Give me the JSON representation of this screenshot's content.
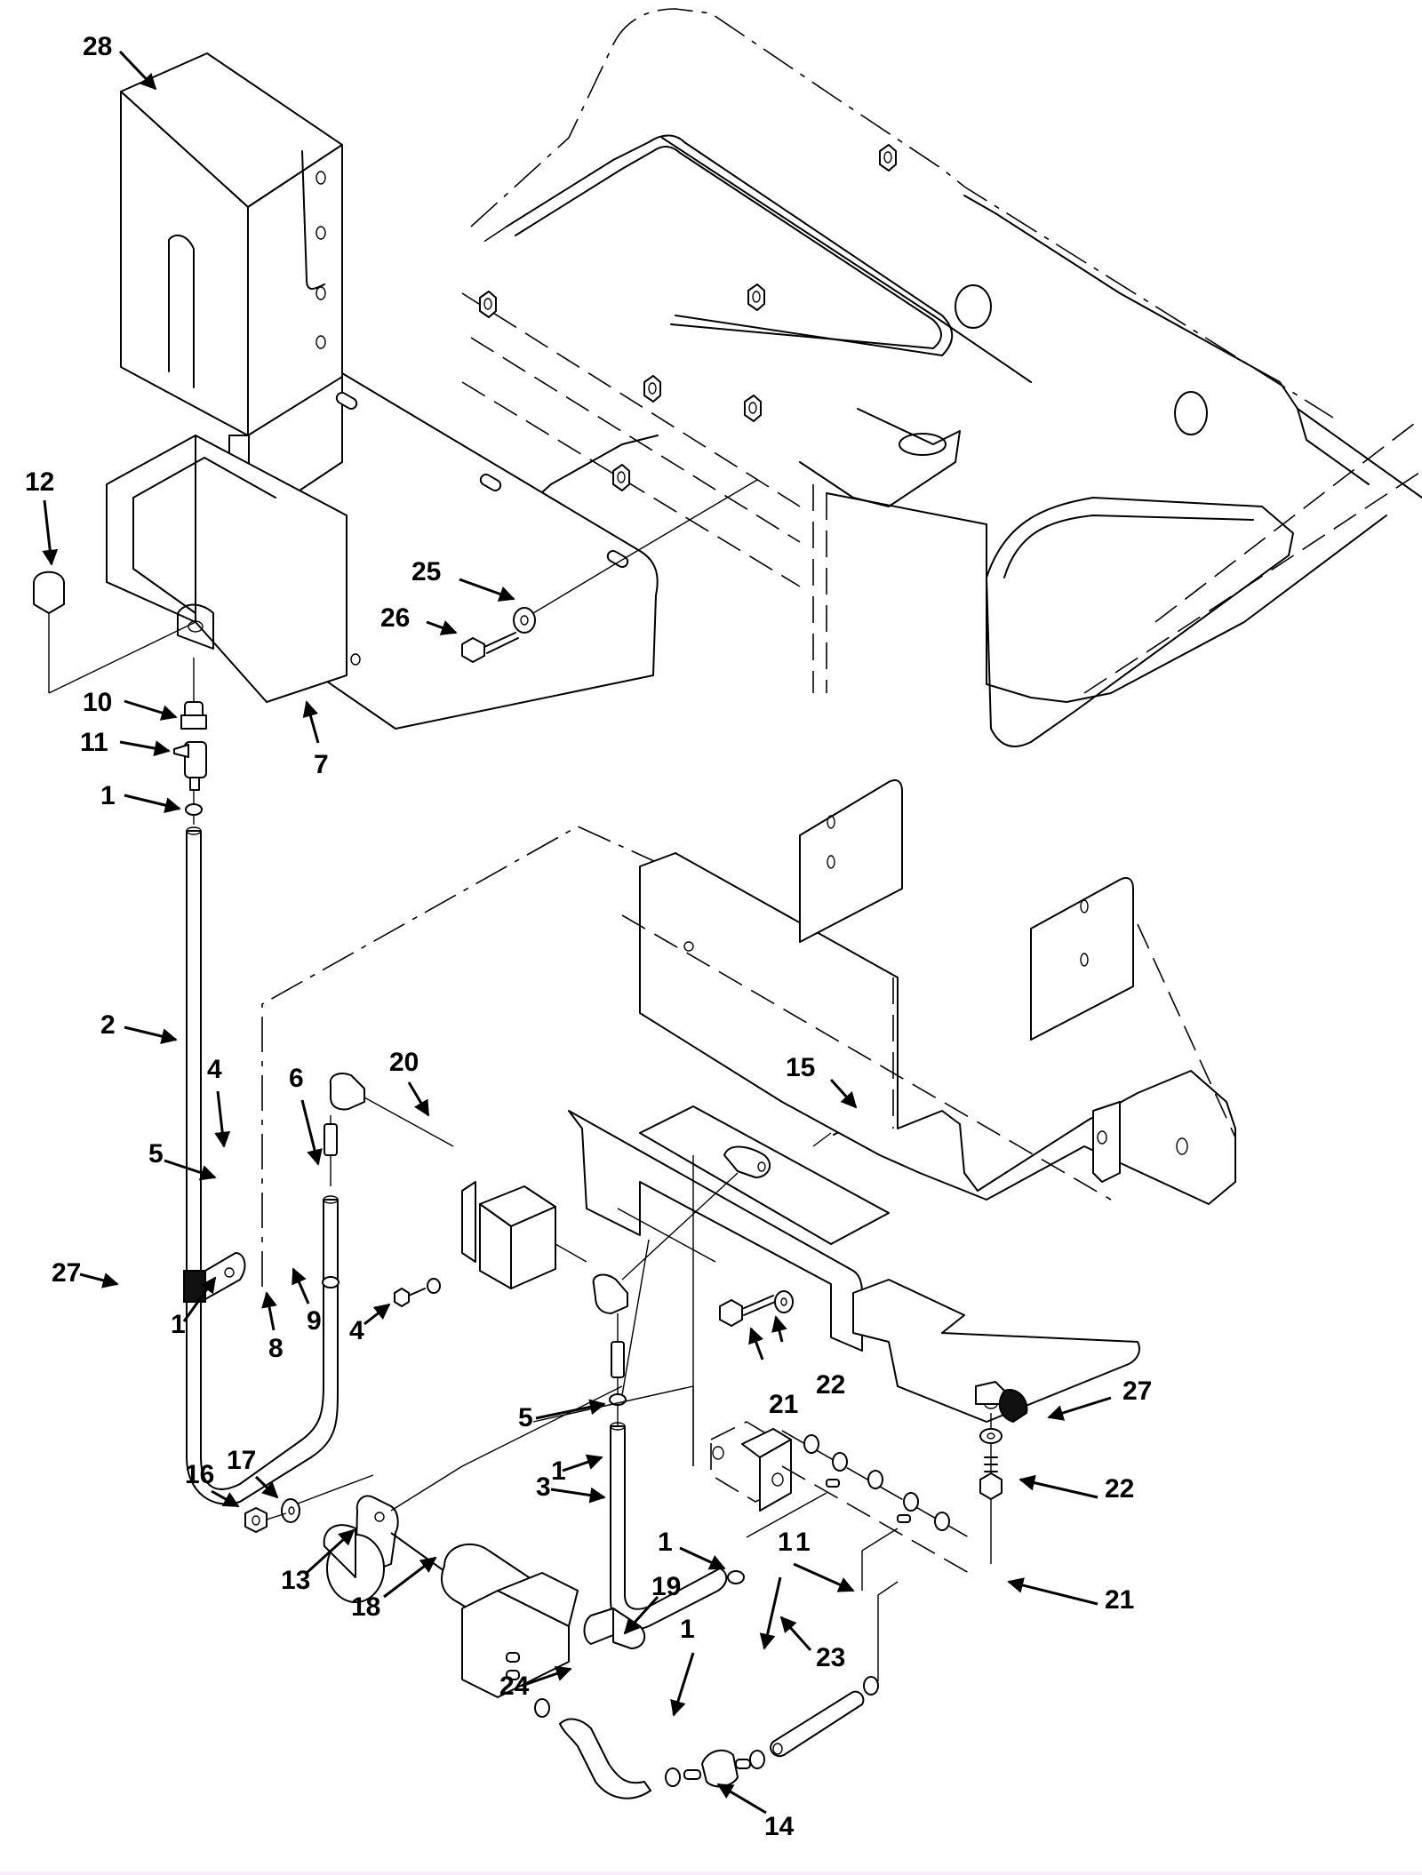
{
  "diagram": {
    "type": "exploded-parts-illustration",
    "background_color": "#ffffff",
    "line_color": "#000000",
    "callouts": [
      {
        "id": "c28",
        "label": "28",
        "part": "enclosure box"
      },
      {
        "id": "c12",
        "label": "12",
        "part": "cap"
      },
      {
        "id": "c25",
        "label": "25",
        "part": "washer"
      },
      {
        "id": "c26",
        "label": "26",
        "part": "screw"
      },
      {
        "id": "c10",
        "label": "10",
        "part": "fitting"
      },
      {
        "id": "c11",
        "label": "11",
        "part": "connector"
      },
      {
        "id": "c7",
        "label": "7",
        "part": "mounting bracket"
      },
      {
        "id": "c1a",
        "label": "1",
        "part": "hose clamp"
      },
      {
        "id": "c2",
        "label": "2",
        "part": "tube"
      },
      {
        "id": "c4a",
        "label": "4",
        "part": "elbow fitting"
      },
      {
        "id": "c6",
        "label": "6",
        "part": "valve"
      },
      {
        "id": "c20",
        "label": "20",
        "part": "bracket"
      },
      {
        "id": "c15",
        "label": "15",
        "part": "bolt"
      },
      {
        "id": "c5a",
        "label": "5",
        "part": "barbed fitting"
      },
      {
        "id": "c27a",
        "label": "27",
        "part": "clamp"
      },
      {
        "id": "c1b",
        "label": "1",
        "part": "hose clamp"
      },
      {
        "id": "c8",
        "label": "8",
        "part": "screw"
      },
      {
        "id": "c9",
        "label": "9",
        "part": "washer"
      },
      {
        "id": "c4b",
        "label": "4",
        "part": "elbow fitting"
      },
      {
        "id": "c21a",
        "label": "21",
        "part": "bolt"
      },
      {
        "id": "c22a",
        "label": "22",
        "part": "washer"
      },
      {
        "id": "c5b",
        "label": "5",
        "part": "barbed fitting"
      },
      {
        "id": "c27b",
        "label": "27",
        "part": "clamp"
      },
      {
        "id": "c1c",
        "label": "1",
        "part": "hose clamp"
      },
      {
        "id": "c22b",
        "label": "22",
        "part": "washer"
      },
      {
        "id": "c17",
        "label": "17",
        "part": "washer"
      },
      {
        "id": "c16",
        "label": "16",
        "part": "nut"
      },
      {
        "id": "c3",
        "label": "3",
        "part": "tube"
      },
      {
        "id": "c1d",
        "label": "1",
        "part": "hose clamp"
      },
      {
        "id": "c21b",
        "label": "21",
        "part": "bolt"
      },
      {
        "id": "c13",
        "label": "13",
        "part": "clamp"
      },
      {
        "id": "c18",
        "label": "18",
        "part": "filter"
      },
      {
        "id": "c19",
        "label": "19",
        "part": "plug"
      },
      {
        "id": "c1e",
        "label": "1",
        "part": "hose clamp"
      },
      {
        "id": "c1f",
        "label": "1",
        "part": "hose clamp"
      },
      {
        "id": "c23",
        "label": "23",
        "part": "tube"
      },
      {
        "id": "c1g",
        "label": "1",
        "part": "hose clamp"
      },
      {
        "id": "c24",
        "label": "24",
        "part": "tube"
      },
      {
        "id": "c14",
        "label": "14",
        "part": "connector"
      }
    ]
  }
}
